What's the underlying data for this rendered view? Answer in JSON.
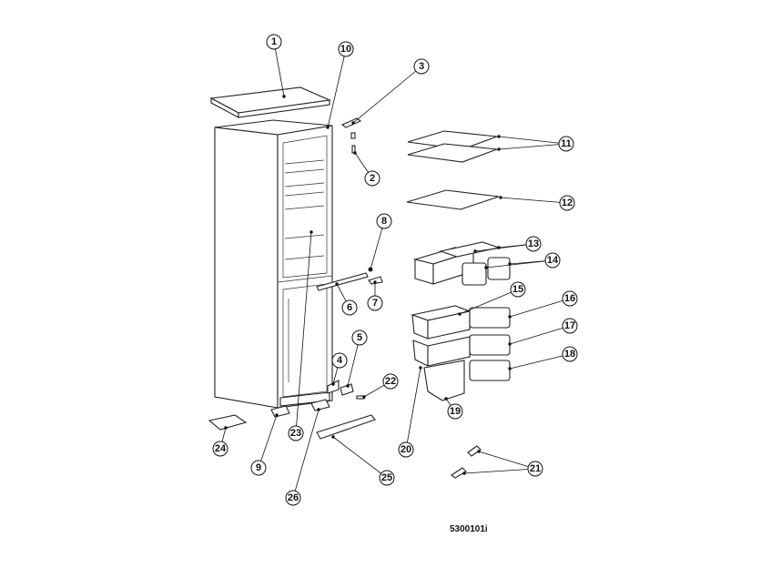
{
  "diagram_code": "5300101i",
  "callouts": [
    "1",
    "10",
    "3",
    "2",
    "11",
    "12",
    "8",
    "13",
    "14",
    "7",
    "6",
    "15",
    "16",
    "5",
    "4",
    "17",
    "18",
    "22",
    "19",
    "24",
    "23",
    "9",
    "26",
    "25",
    "20",
    "21"
  ]
}
